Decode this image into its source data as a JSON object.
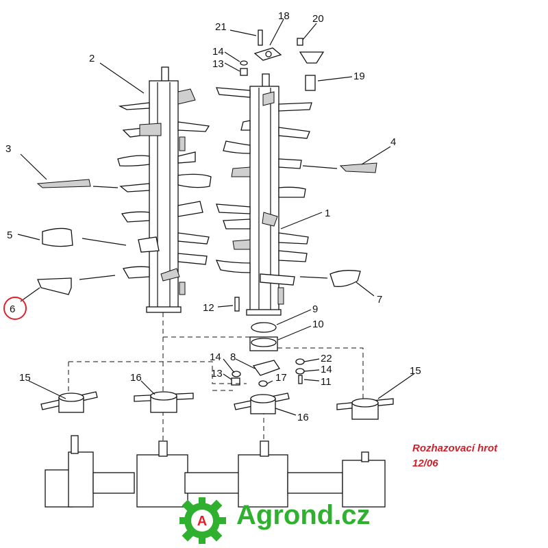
{
  "diagram": {
    "callouts": [
      {
        "id": "c2",
        "text": "2"
      },
      {
        "id": "c3",
        "text": "3"
      },
      {
        "id": "c4",
        "text": "4"
      },
      {
        "id": "c5",
        "text": "5"
      },
      {
        "id": "c6",
        "text": "6"
      },
      {
        "id": "c7",
        "text": "7"
      },
      {
        "id": "c1",
        "text": "1"
      },
      {
        "id": "c8",
        "text": "8"
      },
      {
        "id": "c9",
        "text": "9"
      },
      {
        "id": "c10",
        "text": "10"
      },
      {
        "id": "c11",
        "text": "11"
      },
      {
        "id": "c12",
        "text": "12"
      },
      {
        "id": "c13a",
        "text": "13"
      },
      {
        "id": "c13b",
        "text": "13"
      },
      {
        "id": "c14a",
        "text": "14"
      },
      {
        "id": "c14b",
        "text": "14"
      },
      {
        "id": "c14c",
        "text": "14"
      },
      {
        "id": "c15a",
        "text": "15"
      },
      {
        "id": "c15b",
        "text": "15"
      },
      {
        "id": "c16a",
        "text": "16"
      },
      {
        "id": "c16b",
        "text": "16"
      },
      {
        "id": "c17",
        "text": "17"
      },
      {
        "id": "c18",
        "text": "18"
      },
      {
        "id": "c19",
        "text": "19"
      },
      {
        "id": "c20",
        "text": "20"
      },
      {
        "id": "c21",
        "text": "21"
      },
      {
        "id": "c22",
        "text": "22"
      }
    ],
    "highlighted_part": "6",
    "highlight_color": "#e0202a",
    "line_color": "#111111"
  },
  "note": {
    "line1": "Rozhazovací hrot",
    "line2": "12/06",
    "color": "#d0202a"
  },
  "brand": {
    "logo_letter": "A",
    "name": "Agrond.cz",
    "color": "#2fb12f",
    "logo_icon": "gear-icon"
  }
}
